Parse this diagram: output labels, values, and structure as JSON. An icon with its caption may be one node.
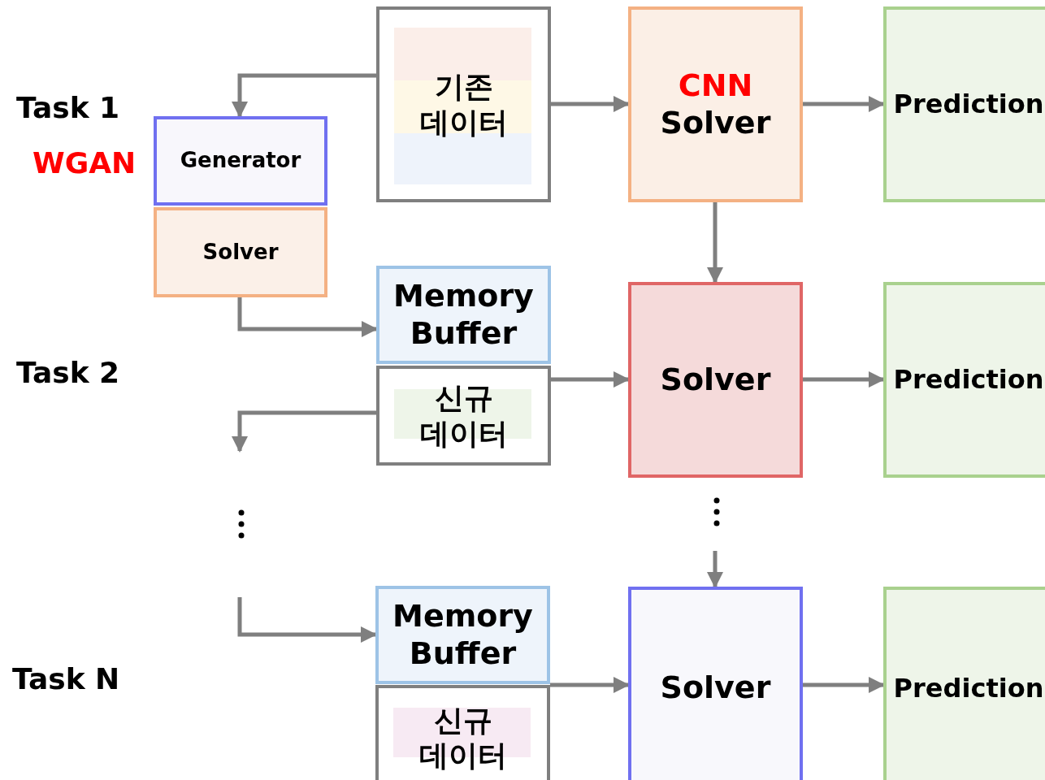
{
  "diagram": {
    "nodes": [
      {
        "text": [
          "기존 데이터"
        ]
      },
      {
        "text": [
          "Generator"
        ]
      },
      {
        "text": [
          "Solver"
        ]
      },
      {
        "text": [
          "CNN",
          "Solver"
        ]
      },
      {
        "text": [
          "Prediction"
        ]
      },
      {
        "text": [
          "Memory Buffer"
        ]
      },
      {
        "text": [
          "신규 데이터"
        ]
      },
      {
        "text": [
          "Solver"
        ]
      },
      {
        "text": [
          "Prediction"
        ]
      },
      {
        "text": [
          "Memory Buffer"
        ]
      },
      {
        "text": [
          "신규 데이터"
        ]
      },
      {
        "text": [
          "Solver"
        ]
      },
      {
        "text": [
          "Prediction"
        ]
      }
    ],
    "edges": [
      {
        "from": 0,
        "to": 1,
        "arrow": "to"
      },
      {
        "from": 0,
        "to": 3,
        "arrow": "to"
      },
      {
        "from": 3,
        "to": 4,
        "arrow": "to"
      },
      {
        "from": 3,
        "to": 7,
        "arrow": "to"
      },
      {
        "from": 2,
        "to": 5,
        "arrow": "to"
      },
      {
        "from": 6,
        "to": 7,
        "arrow": "to"
      },
      {
        "from": 7,
        "to": 8,
        "arrow": "to"
      },
      {
        "from": 6,
        "to": null,
        "arrow": "to"
      },
      {
        "from": null,
        "to": 9,
        "arrow": "to"
      },
      {
        "from": null,
        "to": 11,
        "arrow": "to"
      },
      {
        "from": 10,
        "to": 11,
        "arrow": "to"
      },
      {
        "from": 11,
        "to": 12,
        "arrow": "to"
      }
    ],
    "labels": [
      "Task 1",
      "WGAN",
      "Task 2",
      "Task N"
    ]
  }
}
